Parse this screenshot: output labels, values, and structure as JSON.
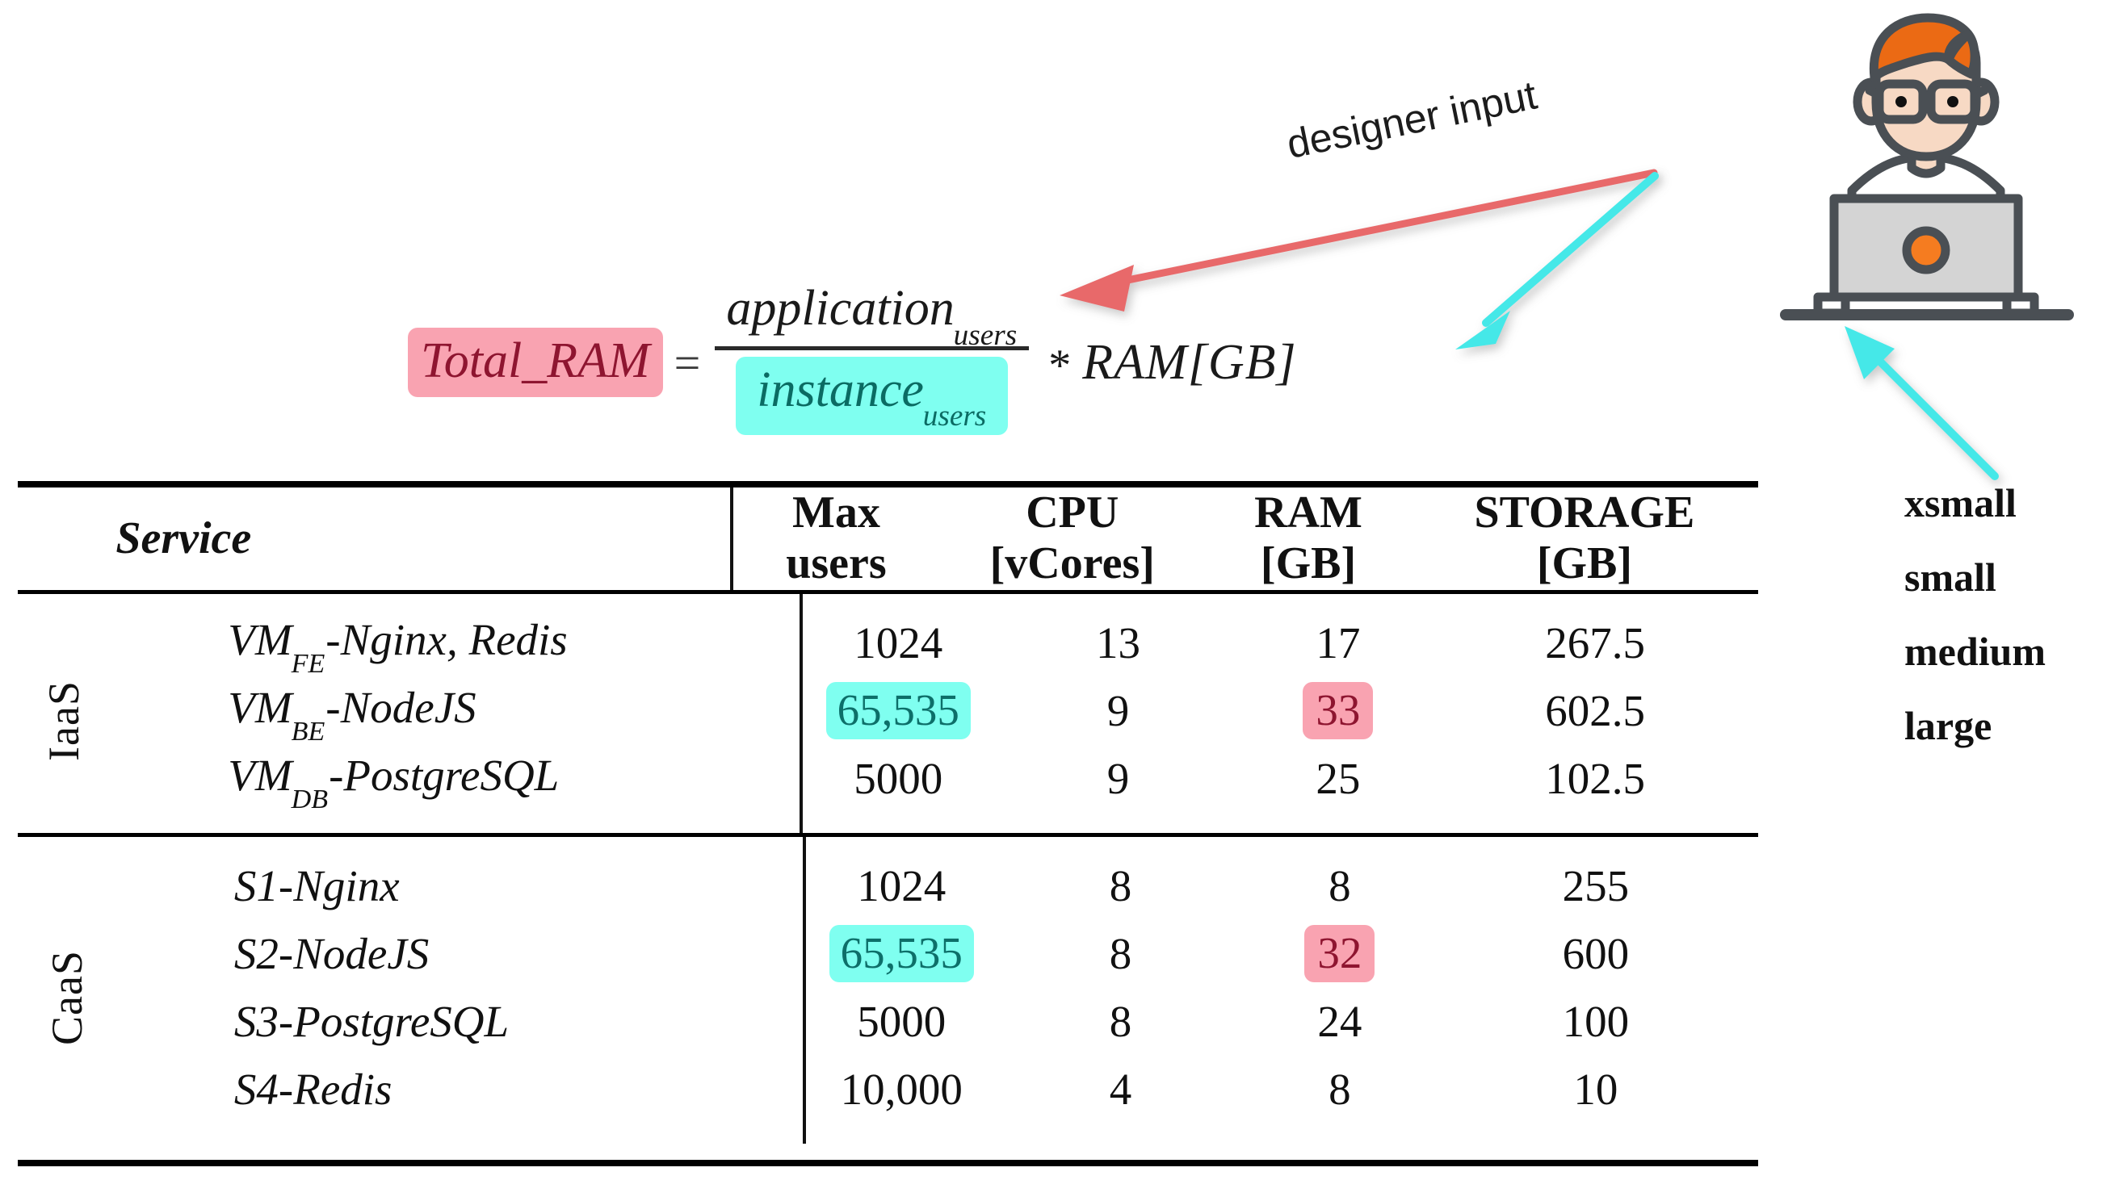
{
  "formula": {
    "lhs": "Total_RAM",
    "equals": "=",
    "numerator_base": "application",
    "numerator_sub": "users",
    "denominator_base": "instance",
    "denominator_sub": "users",
    "multiply": "*",
    "rhs": "RAM[GB]",
    "lhs_highlight_color": "#F9A3B1",
    "denominator_highlight_color": "#7FFFF0"
  },
  "annotations": {
    "designer_input_label": "designer input",
    "red_arrow_color": "#E8696B",
    "cyan_arrow_color": "#45E8E8"
  },
  "illustration": {
    "name": "designer-at-laptop",
    "hair_color": "#EB6A14",
    "skin_color": "#F7D9C4",
    "shirt_color": "#FFFFFF",
    "laptop_color": "#D4D4D4",
    "outline_color": "#4A4F54",
    "laptop_dot_color": "#F57C20"
  },
  "size_labels": [
    "xsmall",
    "small",
    "medium",
    "large"
  ],
  "table": {
    "columns": [
      {
        "key": "service",
        "line1": "Service",
        "line2": ""
      },
      {
        "key": "max_users",
        "line1": "Max",
        "line2": "users"
      },
      {
        "key": "cpu",
        "line1": "CPU",
        "line2": "[vCores]"
      },
      {
        "key": "ram",
        "line1": "RAM",
        "line2": "[GB]"
      },
      {
        "key": "storage",
        "line1": "STORAGE",
        "line2": "[GB]"
      }
    ],
    "groups": [
      {
        "label": "IaaS",
        "rows": [
          {
            "service_base": "VM",
            "service_sub": "FE",
            "service_rest": "-Nginx, Redis",
            "max_users": "1024",
            "max_users_hl": "none",
            "cpu": "13",
            "ram": "17",
            "ram_hl": "none",
            "storage": "267.5"
          },
          {
            "service_base": "VM",
            "service_sub": "BE",
            "service_rest": "-NodeJS",
            "max_users": "65,535",
            "max_users_hl": "cyan",
            "cpu": "9",
            "ram": "33",
            "ram_hl": "pink",
            "storage": "602.5"
          },
          {
            "service_base": "VM",
            "service_sub": "DB",
            "service_rest": "-PostgreSQL",
            "max_users": "5000",
            "max_users_hl": "none",
            "cpu": "9",
            "ram": "25",
            "ram_hl": "none",
            "storage": "102.5"
          }
        ]
      },
      {
        "label": "CaaS",
        "rows": [
          {
            "service_base": "S1",
            "service_sub": "",
            "service_rest": "-Nginx",
            "max_users": "1024",
            "max_users_hl": "none",
            "cpu": "8",
            "ram": "8",
            "ram_hl": "none",
            "storage": "255"
          },
          {
            "service_base": "S2",
            "service_sub": "",
            "service_rest": "-NodeJS",
            "max_users": "65,535",
            "max_users_hl": "cyan",
            "cpu": "8",
            "ram": "32",
            "ram_hl": "pink",
            "storage": "600"
          },
          {
            "service_base": "S3",
            "service_sub": "",
            "service_rest": "-PostgreSQL",
            "max_users": "5000",
            "max_users_hl": "none",
            "cpu": "8",
            "ram": "24",
            "ram_hl": "none",
            "storage": "100"
          },
          {
            "service_base": "S4",
            "service_sub": "",
            "service_rest": "-Redis",
            "max_users": "10,000",
            "max_users_hl": "none",
            "cpu": "4",
            "ram": "8",
            "ram_hl": "none",
            "storage": "10"
          }
        ]
      }
    ]
  }
}
